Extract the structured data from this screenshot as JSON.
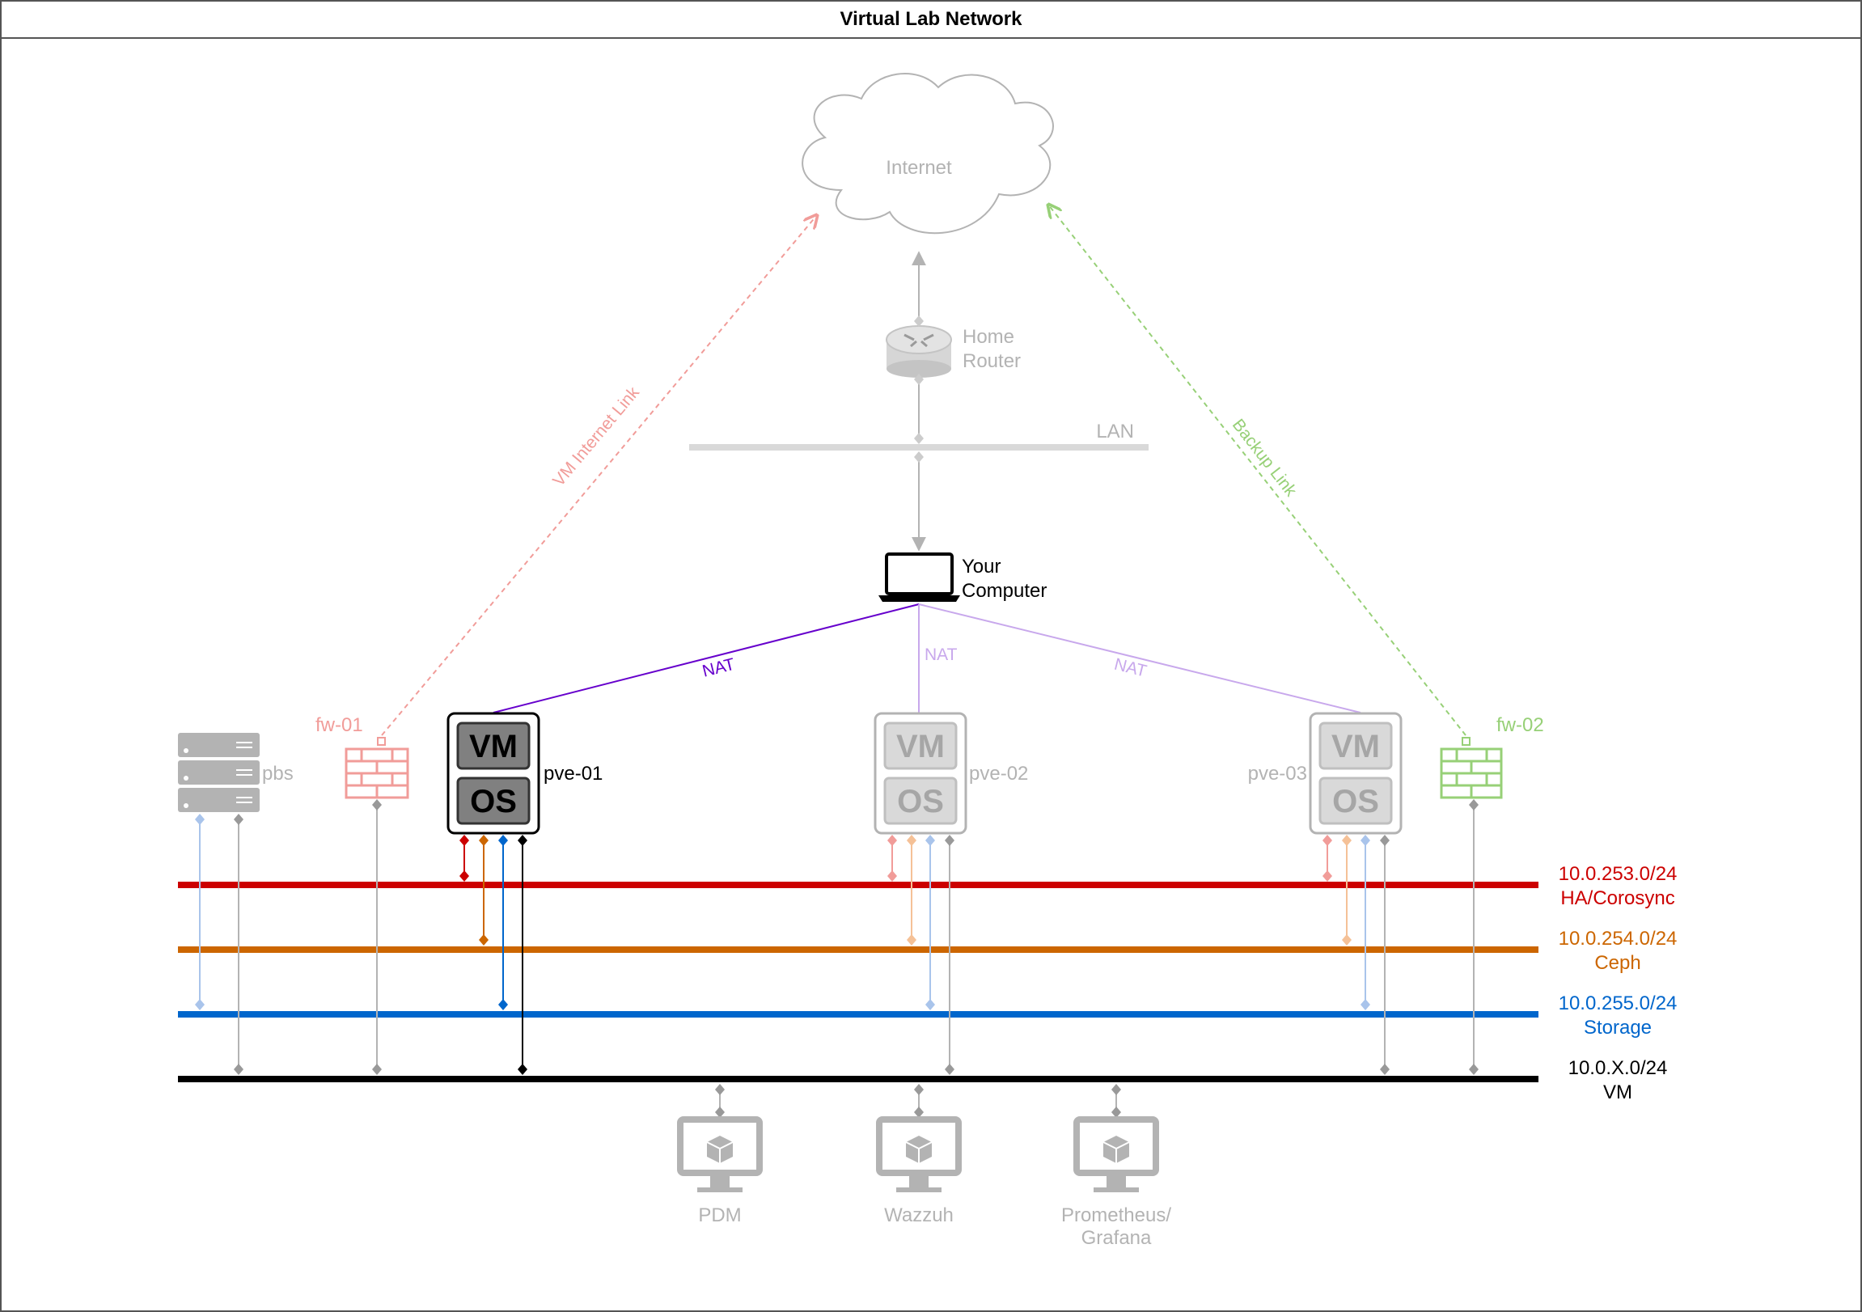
{
  "title": "Virtual Lab Network",
  "internet": {
    "label": "Internet"
  },
  "router": {
    "label_line1": "Home",
    "label_line2": "Router"
  },
  "lan": {
    "label": "LAN"
  },
  "computer": {
    "label_line1": "Your",
    "label_line2": "Computer"
  },
  "links": {
    "vm_internet": "VM Internet Link",
    "backup": "Backup Link",
    "nat": "NAT"
  },
  "hosts": {
    "pbs": "pbs",
    "fw01": "fw-01",
    "fw02": "fw-02",
    "pve01": "pve-01",
    "pve02": "pve-02",
    "pve03": "pve-03",
    "vm_text": "VM",
    "os_text": "OS"
  },
  "networks": [
    {
      "cidr": "10.0.253.0/24",
      "name": "HA/Corosync",
      "color": "#cc0000"
    },
    {
      "cidr": "10.0.254.0/24",
      "name": "Ceph",
      "color": "#cc6600"
    },
    {
      "cidr": "10.0.255.0/24",
      "name": "Storage",
      "color": "#0066cc"
    },
    {
      "cidr": "10.0.X.0/24",
      "name": "VM",
      "color": "#000000"
    }
  ],
  "vms": [
    {
      "line1": "PDM",
      "line2": ""
    },
    {
      "line1": "Wazzuh",
      "line2": ""
    },
    {
      "line1": "Prometheus/",
      "line2": "Grafana"
    }
  ],
  "colors": {
    "faded": "#b3b3b3",
    "nat_active": "#6600cc",
    "nat_faded": "#c8a8ec",
    "fw01": "#f19c99",
    "fw02": "#97d077"
  }
}
